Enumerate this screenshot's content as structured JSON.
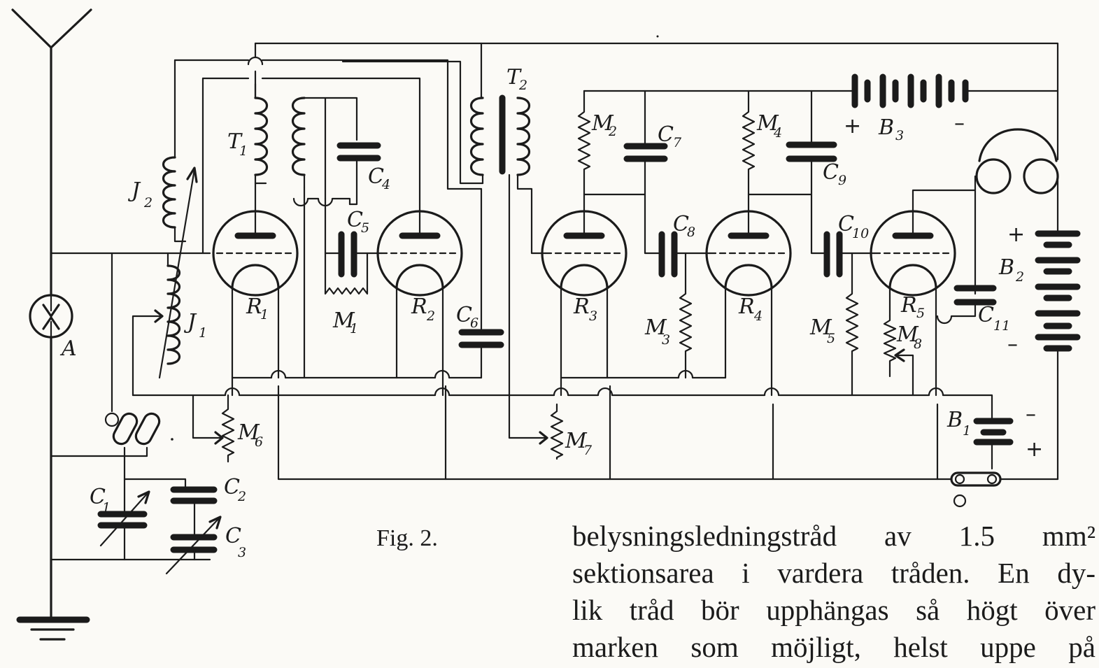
{
  "figure": {
    "caption": "Fig. 2.",
    "labels": {
      "antenna_meter": "A",
      "T1": "T",
      "T1_sub": "1",
      "T2": "T",
      "T2_sub": "2",
      "J1": "J",
      "J1_sub": "1",
      "J2": "J",
      "J2_sub": "2",
      "R1": "R",
      "R1_sub": "1",
      "R2": "R",
      "R2_sub": "2",
      "R3": "R",
      "R3_sub": "3",
      "R4": "R",
      "R4_sub": "4",
      "R5": "R",
      "R5_sub": "5",
      "M1": "M",
      "M1_sub": "1",
      "M2": "M",
      "M2_sub": "2",
      "M3": "M",
      "M3_sub": "3",
      "M4": "M",
      "M4_sub": "4",
      "M5": "M",
      "M5_sub": "5",
      "M6": "M",
      "M6_sub": "6",
      "M7": "M",
      "M7_sub": "7",
      "M8": "M",
      "M8_sub": "8",
      "C1": "C",
      "C1_sub": "1",
      "C2": "C",
      "C2_sub": "2",
      "C3": "C",
      "C3_sub": "3",
      "C4": "C",
      "C4_sub": "4",
      "C5": "C",
      "C5_sub": "5",
      "C6": "C",
      "C6_sub": "6",
      "C7": "C",
      "C7_sub": "7",
      "C8": "C",
      "C8_sub": "8",
      "C9": "C",
      "C9_sub": "9",
      "C10": "C",
      "C10_sub": "10",
      "C11": "C",
      "C11_sub": "11",
      "B1": "B",
      "B1_sub": "1",
      "B2": "B",
      "B2_sub": "2",
      "B3": "B",
      "B3_sub": "3",
      "plus": "+",
      "minus": "–"
    }
  },
  "text_lines": [
    "belysningsledningstråd av 1.5 mm²",
    "sektionsarea i vardera tråden. En dy-",
    "lik tråd bör upphängas så högt över",
    "marken som möjligt, helst uppe på"
  ]
}
